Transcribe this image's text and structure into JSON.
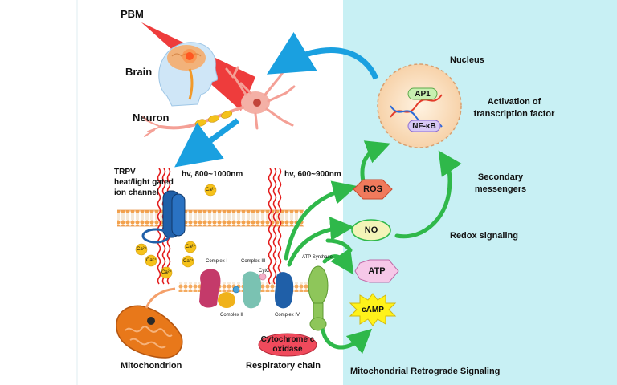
{
  "labels": {
    "pbm": "PBM",
    "brain": "Brain",
    "neuron": "Neuron",
    "nucleus": "Nucleus",
    "ap1": "AP1",
    "nfkb": "NF-κB",
    "activation": "Activation of\ntranscription factor",
    "secondary": "Secondary\nmessengers",
    "redox": "Redox signaling",
    "trpv": "TRPV\nheat/light gated\nion channel",
    "hv1": "hv, 800~1000nm",
    "hv2": "hv, 600~900nm",
    "ca": "Ca²⁺",
    "complex1": "Complex I",
    "complex2": "Complex II",
    "complex3": "Complex III",
    "complex4": "Complex IV",
    "cytc_small": "CytC",
    "atp_synthase": "ATP Synthase",
    "ros": "ROS",
    "no": "NO",
    "atp": "ATP",
    "camp": "cAMP",
    "cyto_oxidase": "Cytochrome c\noxidase",
    "mitochondrion": "Mitochondrion",
    "resp_chain": "Respiratory chain",
    "retrograde": "Mitochondrial Retrograde Signaling"
  },
  "colors": {
    "panel_bg": "#c8f0f4",
    "laser_red": "#e31b1b",
    "arrow_blue": "#1aa0e0",
    "arrow_green": "#2fb84a",
    "nucleus_fill": "#fbe3c8",
    "ros_fill": "#f07a5c",
    "no_fill": "#f4f4b8",
    "atp_fill": "#f6c8e8",
    "camp_fill": "#fff21a",
    "membrane": "#f0a050",
    "channel_blue": "#1f5fa8",
    "mito_orange": "#e8781a"
  },
  "icons": [
    "brain-head-icon",
    "neuron-icon",
    "mitochondrion-icon",
    "dna-icon",
    "ion-channel-icon",
    "atp-synthase-icon"
  ]
}
